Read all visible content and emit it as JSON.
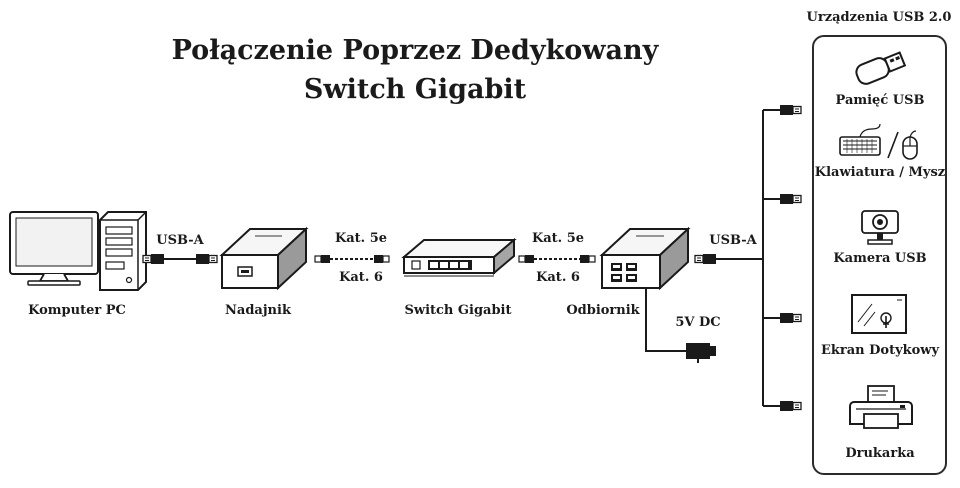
{
  "title": {
    "line1": "Połączenie Poprzez Dedykowany",
    "line2": "Switch Gigabit"
  },
  "devices": {
    "pc": "Komputer PC",
    "transmitter": "Nadajnik",
    "switch": "Switch Gigabit",
    "receiver": "Odbiornik"
  },
  "links": {
    "usb_a_left": "USB-A",
    "cable_left_top": "Kat. 5e",
    "cable_left_bottom": "Kat. 6",
    "cable_right_top": "Kat. 5e",
    "cable_right_bottom": "Kat. 6",
    "usb_a_right": "USB-A",
    "power": "5V DC"
  },
  "usb_panel": {
    "heading": "Urządzenia USB 2.0",
    "items": [
      {
        "label": "Pamięć USB",
        "icon": "usb-stick-icon"
      },
      {
        "label": "Klawiatura / Mysz",
        "icon": "keyboard-mouse-icon"
      },
      {
        "label": "Kamera USB",
        "icon": "webcam-icon"
      },
      {
        "label": "Ekran Dotykowy",
        "icon": "touchscreen-icon"
      },
      {
        "label": "Drukarka",
        "icon": "printer-icon"
      }
    ]
  },
  "colors": {
    "ink": "#1a1a1a",
    "device_face": "#f4f4f4",
    "device_shade": "#9a9a9a"
  }
}
